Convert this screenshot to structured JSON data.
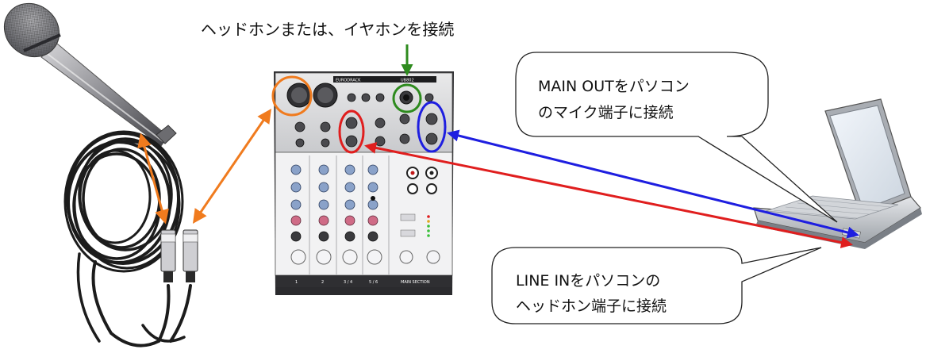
{
  "annotations": {
    "headphone_top": "ヘッドホンまたは、イヤホンを接続",
    "main_out_line1": "MAIN OUTをパソコン",
    "main_out_line2": "のマイク端子に接続",
    "line_in_line1": "LINE INをパソコンの",
    "line_in_line2": "ヘッドホン端子に接続"
  },
  "mixer": {
    "brand": "EURODRACK",
    "model": "UB802",
    "channel_labels": [
      "1",
      "2",
      "3 / 4",
      "5 / 6",
      "MAIN SECTION"
    ]
  },
  "colors": {
    "orange": "#f07b1e",
    "green": "#2e8b1e",
    "red": "#e01e1e",
    "blue": "#1e1ee0"
  },
  "icons": {
    "microphone": "microphone-icon",
    "cable": "xlr-cable-icon",
    "mixer": "audio-mixer-icon",
    "laptop": "laptop-icon"
  }
}
